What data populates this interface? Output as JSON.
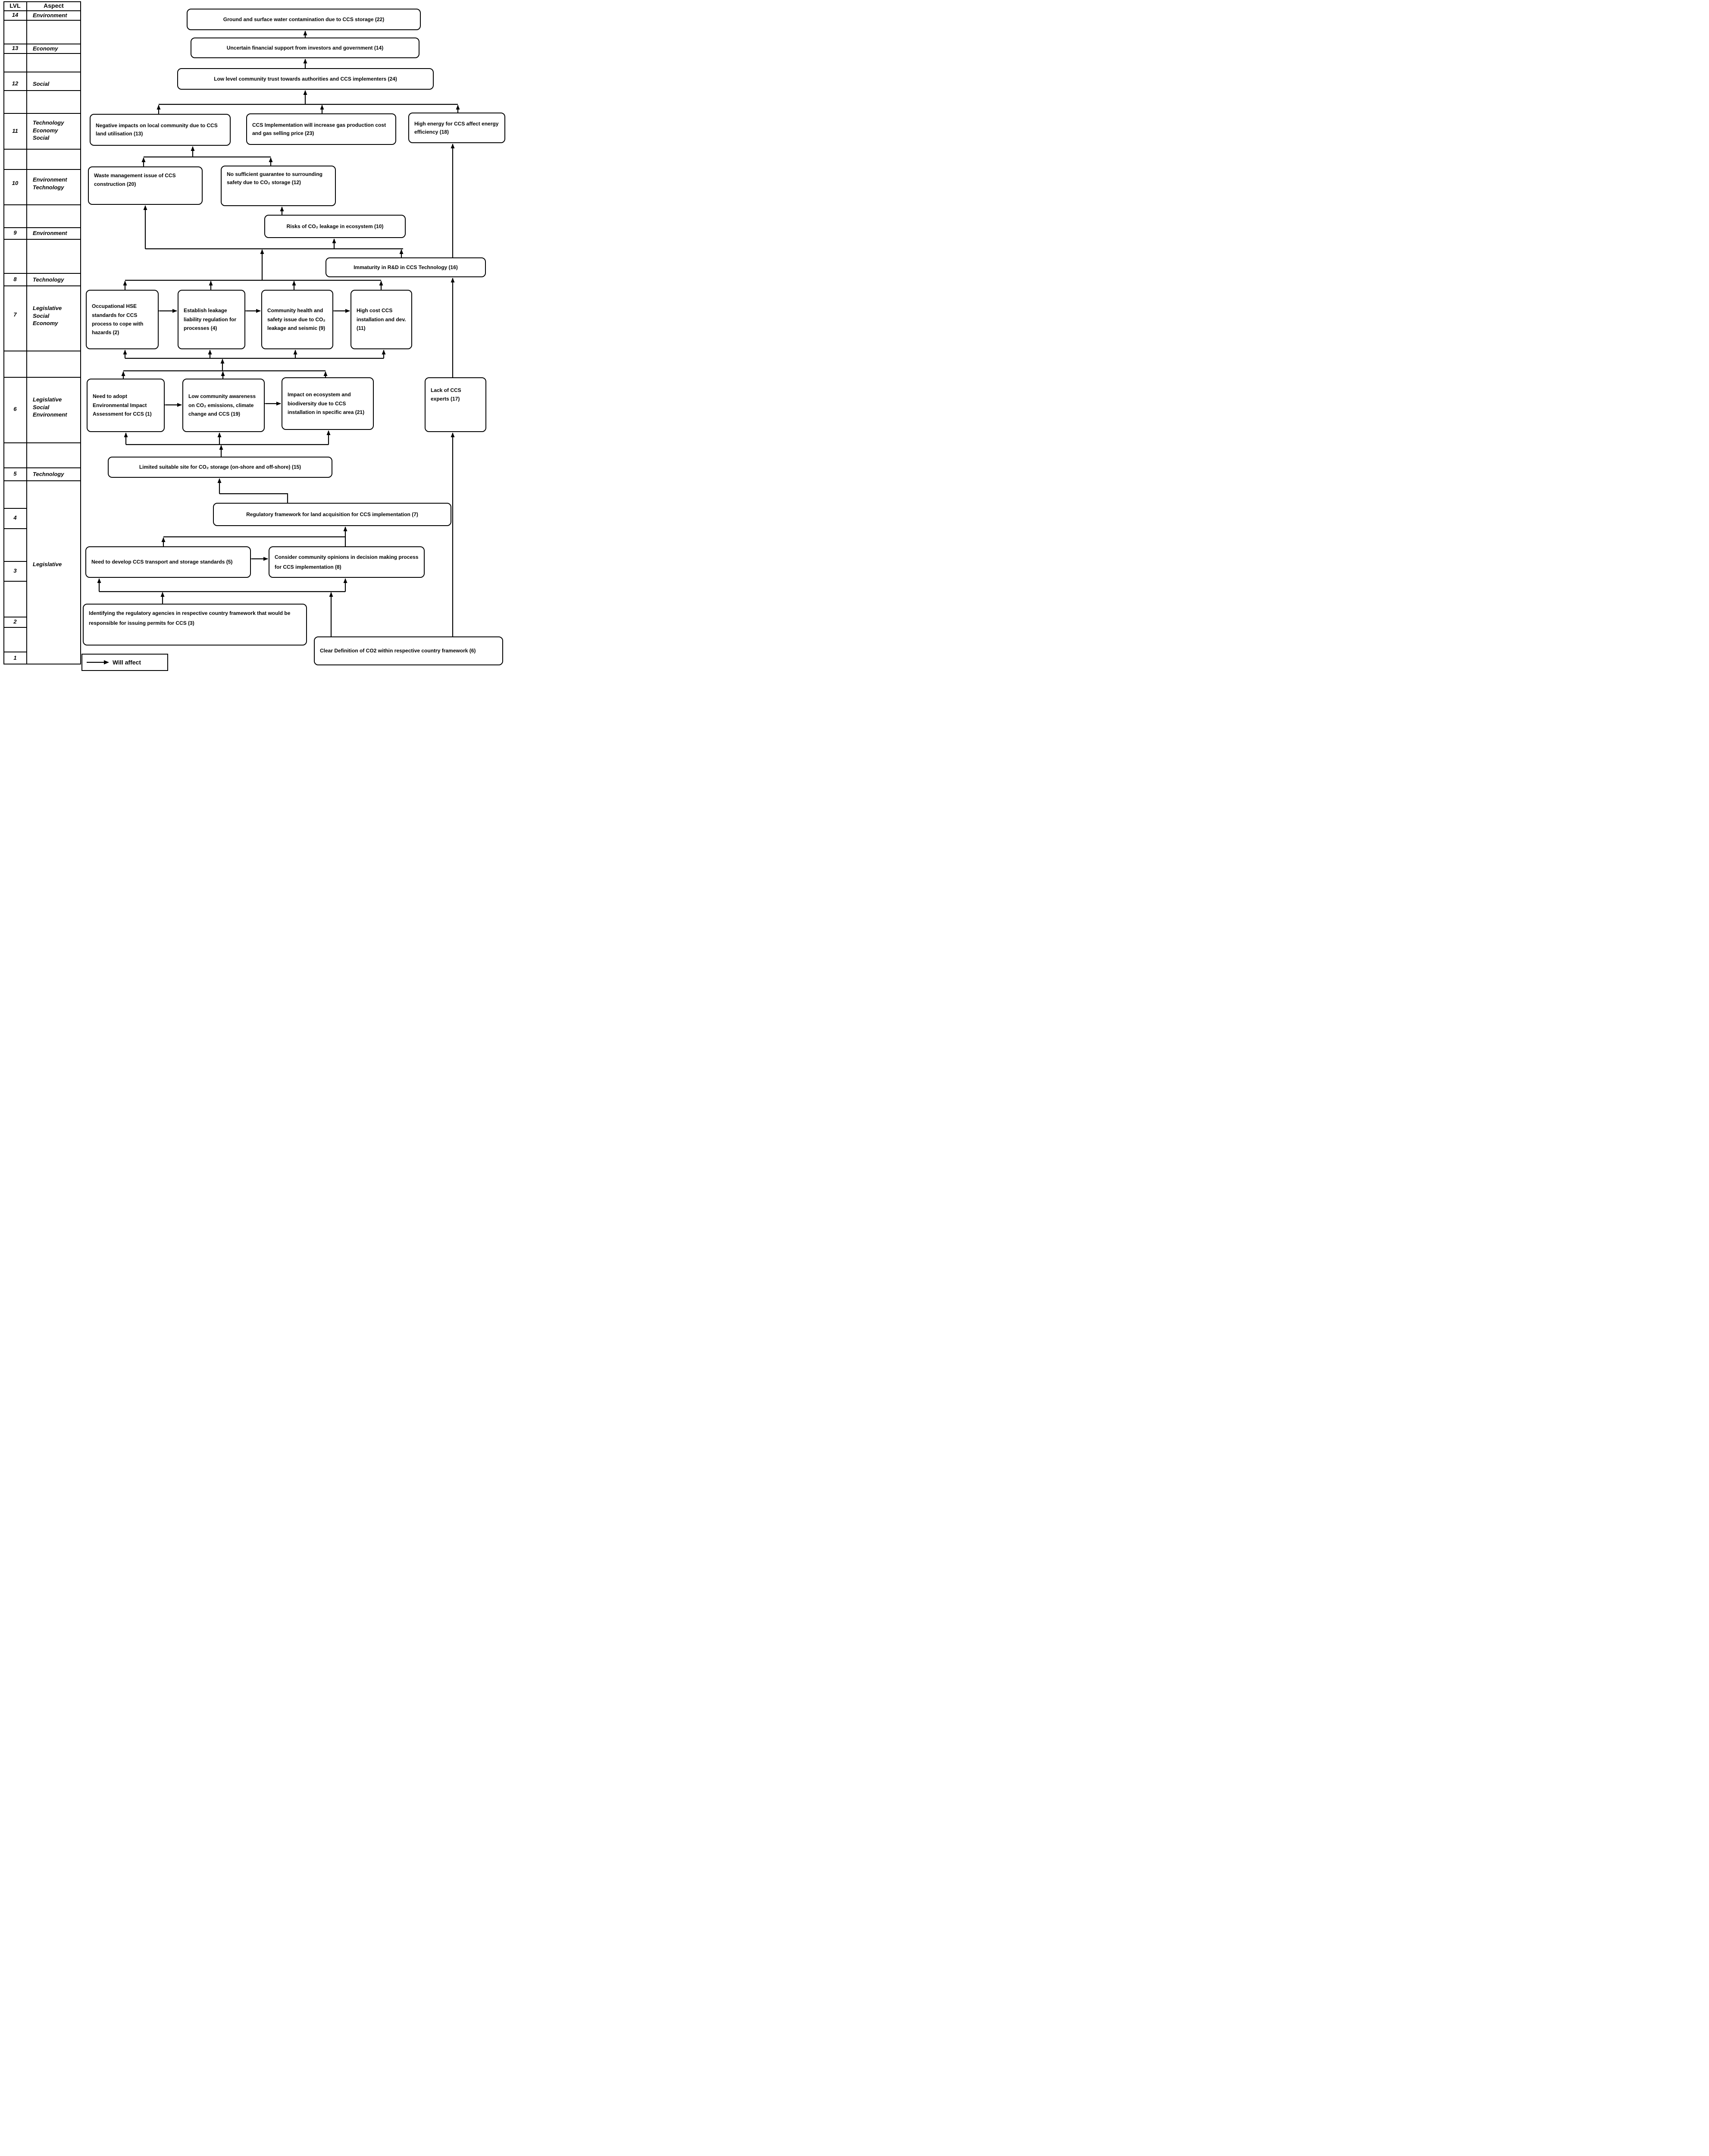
{
  "table": {
    "headers": {
      "lvl": "LVL",
      "aspect": "Aspect"
    },
    "rows": [
      {
        "lvl": "14",
        "aspect": "Environment"
      },
      {
        "lvl": "13",
        "aspect": "Economy"
      },
      {
        "lvl": "12",
        "aspect": "Social"
      },
      {
        "lvl": "11",
        "aspect": "Technology\nEconomy\nSocial"
      },
      {
        "lvl": "10",
        "aspect": "Environment\nTechnology"
      },
      {
        "lvl": "9",
        "aspect": "Environment"
      },
      {
        "lvl": "8",
        "aspect": "Technology"
      },
      {
        "lvl": "7",
        "aspect": "Legislative\nSocial\nEconomy"
      },
      {
        "lvl": "6",
        "aspect": "Legislative\nSocial\nEnvironment"
      },
      {
        "lvl": "5",
        "aspect": "Technology"
      },
      {
        "lvl": "4",
        "aspect": ""
      },
      {
        "lvl": "3",
        "aspect": ""
      },
      {
        "lvl": "2",
        "aspect": ""
      },
      {
        "lvl": "1",
        "aspect": ""
      }
    ],
    "merged_aspect": "Legislative"
  },
  "boxes": {
    "b22": "Ground and surface water contamination due to CCS storage (22)",
    "b14": "Uncertain financial support from investors and government (14)",
    "b24": "Low level community trust towards authorities and CCS implementers (24)",
    "b13": "Negative impacts on local community due to CCS land utilisation (13)",
    "b23": "CCS Implementation will increase gas production cost and gas selling price (23)",
    "b18": "High energy for CCS affect energy efficiency (18)",
    "b20": "Waste management issue of CCS construction (20)",
    "b12": "No sufficient guarantee to surrounding safety due to CO₂ storage (12)",
    "b10": "Risks of CO₂ leakage in ecosystem (10)",
    "b16": "Immaturity in R&D in CCS Technology (16)",
    "b2": "Occupational HSE standards for CCS process to cope with hazards (2)",
    "b4": "Establish leakage liability regulation for processes (4)",
    "b9": "Community health and safety issue due to CO₂ leakage and seismic (9)",
    "b11": "High cost CCS installation and dev.(11)",
    "b1": "Need to adopt Environmental Impact Assessment for CCS (1)",
    "b19": "Low community awareness on CO₂ emissions, climate change and CCS (19)",
    "b21": "Impact on ecosystem and biodiversity due to CCS installation in specific area (21)",
    "b17": "Lack of CCS experts (17)",
    "b15": "Limited suitable site for CO₂ storage (on-shore and off-shore) (15)",
    "b7": "Regulatory framework for land acquisition for CCS implementation (7)",
    "b5": "Need to develop CCS transport and storage standards (5)",
    "b8": "Consider community opinions in decision making process for CCS implementation (8)",
    "b3": "Identifying the regulatory agencies in respective country framework that would be responsible for issuing permits for CCS (3)",
    "b6": "Clear Definition of CO2 within respective country framework (6)"
  },
  "legend": {
    "label": "Will affect"
  }
}
